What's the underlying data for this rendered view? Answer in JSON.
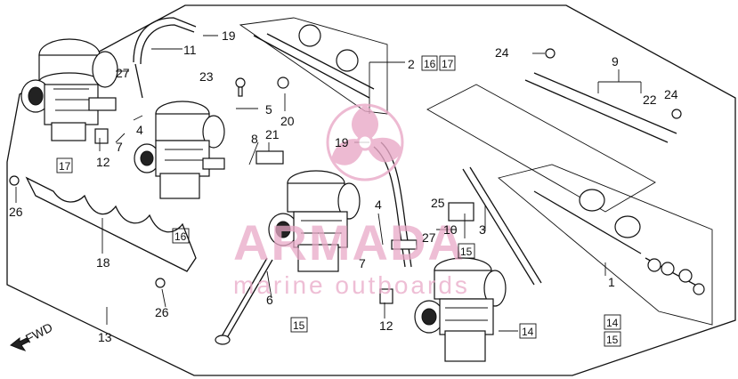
{
  "labels": {
    "n1": "1",
    "n2": "2",
    "n3": "3",
    "n4a": "4",
    "n4b": "4",
    "n5": "5",
    "n6": "6",
    "n7a": "7",
    "n7b": "7",
    "n8": "8",
    "n9": "9",
    "n10": "10",
    "n11": "11",
    "n12a": "12",
    "n12b": "12",
    "n13": "13",
    "n18": "18",
    "n19a": "19",
    "n19b": "19",
    "n20": "20",
    "n21": "21",
    "n22": "22",
    "n23": "23",
    "n24a": "24",
    "n24b": "24",
    "n25": "25",
    "n26a": "26",
    "n26b": "26",
    "n27a": "27",
    "n27b": "27"
  },
  "boxed": {
    "b16a": "16",
    "b17a": "17",
    "b17b": "17",
    "b16b": "16",
    "b15a": "15",
    "b15b": "15",
    "b14a": "14",
    "b14b": "14",
    "b15c": "15"
  },
  "fwd": "FWD",
  "watermark": {
    "brand": "ARMADA",
    "tagline": "marine outboards",
    "color": "#e9a9c7"
  }
}
